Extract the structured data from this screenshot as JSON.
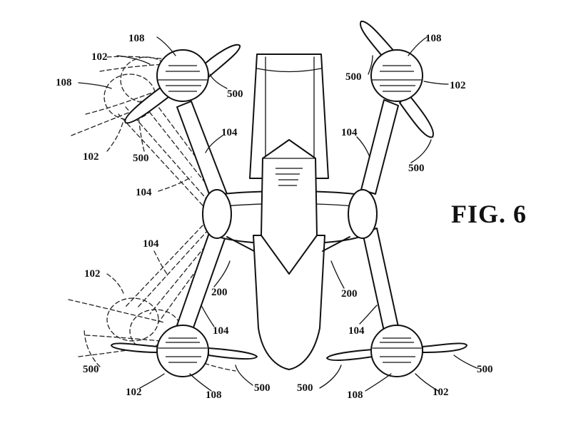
{
  "figure": {
    "title": "FIG. 6"
  },
  "labels": {
    "tl_108": "108",
    "tl_102": "102",
    "tl_108_ghost": "108",
    "tl_500": "500",
    "tl_102_ghost": "102",
    "tl_500_ghost": "500",
    "l_104_upper": "104",
    "l_104_upper_ghost": "104",
    "l_104_lower_ghost": "104",
    "l_102_lower_ghost": "102",
    "l_104_lower": "104",
    "l_200": "200",
    "bl_500_ghost": "500",
    "bl_102": "102",
    "bl_108": "108",
    "bl_500": "500",
    "tr_108": "108",
    "tr_500": "500",
    "tr_102": "102",
    "r_104_upper": "104",
    "tr_500_lower": "500",
    "r_200": "200",
    "r_104_lower": "104",
    "br_500_left": "500",
    "br_108": "108",
    "br_102": "102",
    "br_500_right": "500"
  }
}
